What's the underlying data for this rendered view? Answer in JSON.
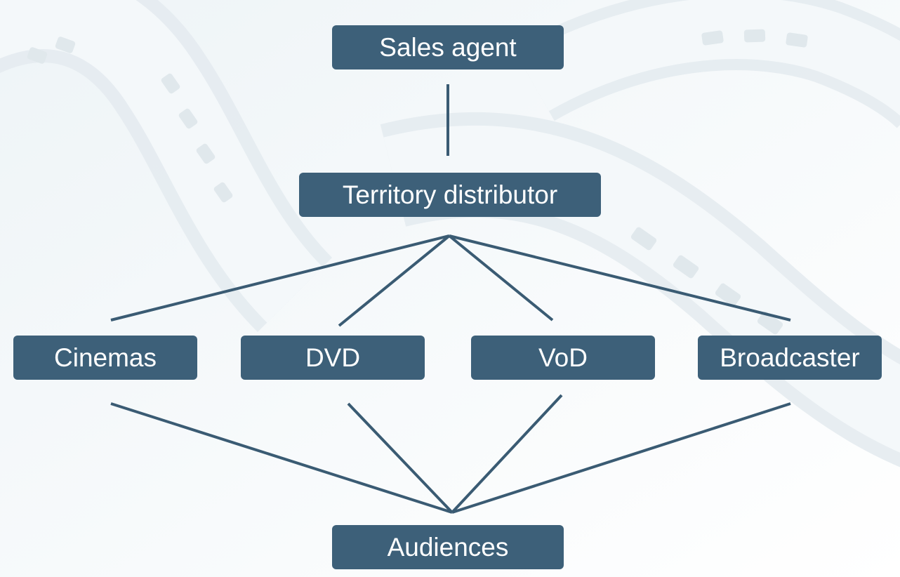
{
  "diagram": {
    "top": {
      "label": "Sales agent"
    },
    "middle": {
      "label": "Territory distributor"
    },
    "channels": [
      {
        "label": "Cinemas"
      },
      {
        "label": "DVD"
      },
      {
        "label": "VoD"
      },
      {
        "label": "Broadcaster"
      }
    ],
    "bottom": {
      "label": "Audiences"
    }
  },
  "colors": {
    "node_fill": "#3d6079",
    "node_text": "#ffffff",
    "connector": "#3a5b73",
    "background": "#f7fbfd",
    "film_strip": "#e3eaee"
  },
  "decoration": {
    "background_motif": "film-strip"
  }
}
